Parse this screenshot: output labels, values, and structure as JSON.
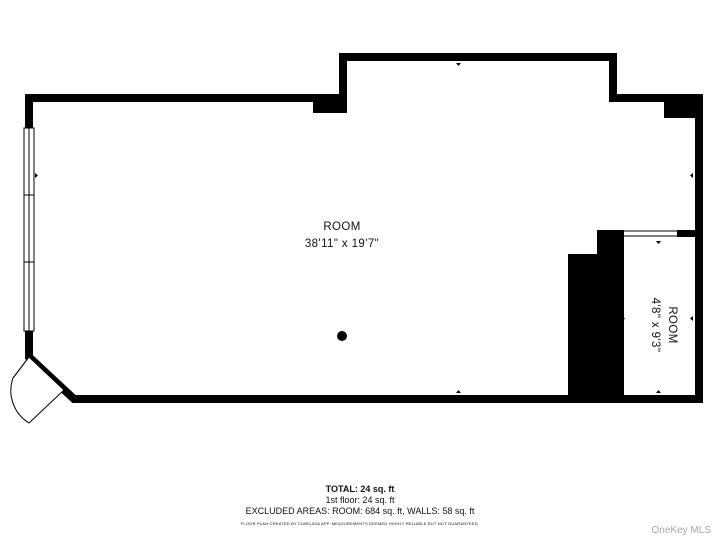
{
  "rooms": {
    "main": {
      "name": "ROOM",
      "dimensions": "38'11\" x 19'7\""
    },
    "small": {
      "name": "ROOM",
      "dimensions": "4'8\" x 9'3\""
    }
  },
  "summary": {
    "total": "TOTAL: 24 sq. ft",
    "floor": "1st floor: 24 sq. ft",
    "excluded": "EXCLUDED AREAS: ROOM: 684 sq. ft, WALLS: 58 sq. ft",
    "disclaimer": "FLOOR PLAN CREATED BY CUBICASA APP. MEASUREMENTS DEEMED HIGHLY RELIABLE BUT NOT GUARANTEED."
  },
  "watermark": "OneKey MLS",
  "colors": {
    "wall": "#000000",
    "background": "#ffffff",
    "watermark": "#a8a8a8"
  }
}
